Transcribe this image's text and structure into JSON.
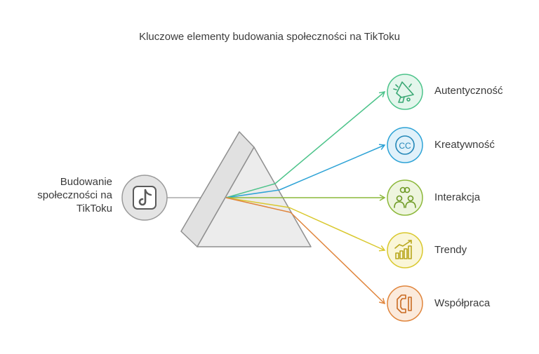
{
  "title": "Kluczowe elementy budowania społeczności na TikToku",
  "source": {
    "label": "Budowanie społeczności na TikToku",
    "icon": "tiktok-icon"
  },
  "items": [
    {
      "label": "Autentyczność",
      "icon": "megaphone-icon",
      "color": "#4cc38a",
      "fill": "#e4f6ec"
    },
    {
      "label": "Kreatywność",
      "icon": "cc-icon",
      "color": "#2ea3d6",
      "fill": "#e0f1fa"
    },
    {
      "label": "Interakcja",
      "icon": "people-icon",
      "color": "#8cb83a",
      "fill": "#eef5de"
    },
    {
      "label": "Trendy",
      "icon": "chart-icon",
      "color": "#d9c82e",
      "fill": "#faf6d8"
    },
    {
      "label": "Współpraca",
      "icon": "handshake-icon",
      "color": "#e0853c",
      "fill": "#fbeadc"
    }
  ]
}
